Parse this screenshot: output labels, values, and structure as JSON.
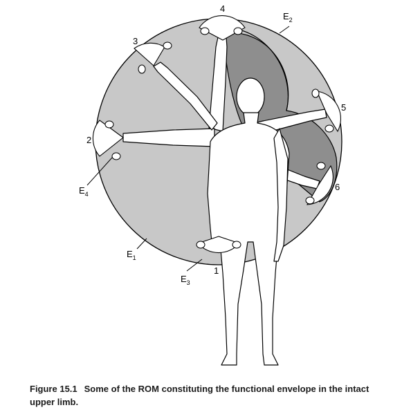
{
  "figure": {
    "markers": {
      "m1": "1",
      "m2": "2",
      "m3": "3",
      "m4": "4",
      "m5": "5",
      "m6": "6"
    },
    "envelopes": {
      "e1": {
        "letter": "E",
        "sub": "1"
      },
      "e2": {
        "letter": "E",
        "sub": "2"
      },
      "e3": {
        "letter": "E",
        "sub": "3"
      },
      "e4": {
        "letter": "E",
        "sub": "4"
      }
    },
    "colors": {
      "outer_envelope": "#c8c8c8",
      "inner_envelope": "#8e8e8e",
      "body": "#ffffff",
      "outline": "#000000"
    }
  },
  "caption": {
    "label": "Figure 15.1",
    "text": "Some of the ROM constituting the functional envelope in the intact upper limb."
  }
}
